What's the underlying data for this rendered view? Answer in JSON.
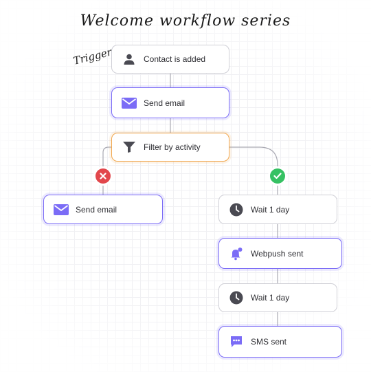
{
  "title": "Welcome workflow series",
  "trigger_label": "Trigger",
  "nodes": {
    "contact_added": {
      "label": "Contact is added",
      "icon": "person-icon"
    },
    "send_email_1": {
      "label": "Send email",
      "icon": "envelope-icon"
    },
    "filter": {
      "label": "Filter by activity",
      "icon": "funnel-icon"
    },
    "send_email_2": {
      "label": "Send email",
      "icon": "envelope-icon"
    },
    "wait_1": {
      "label": "Wait 1 day",
      "icon": "clock-icon"
    },
    "webpush": {
      "label": "Webpush sent",
      "icon": "bell-icon"
    },
    "wait_2": {
      "label": "Wait 1 day",
      "icon": "clock-icon"
    },
    "sms": {
      "label": "SMS sent",
      "icon": "chat-icon"
    }
  },
  "branches": {
    "no": {
      "icon": "x-icon",
      "color": "#e2474c"
    },
    "yes": {
      "icon": "check-icon",
      "color": "#36c163"
    }
  },
  "colors": {
    "accent": "#7b6cf6",
    "filter": "#f1a74e",
    "icon_dark": "#4a4a52"
  }
}
